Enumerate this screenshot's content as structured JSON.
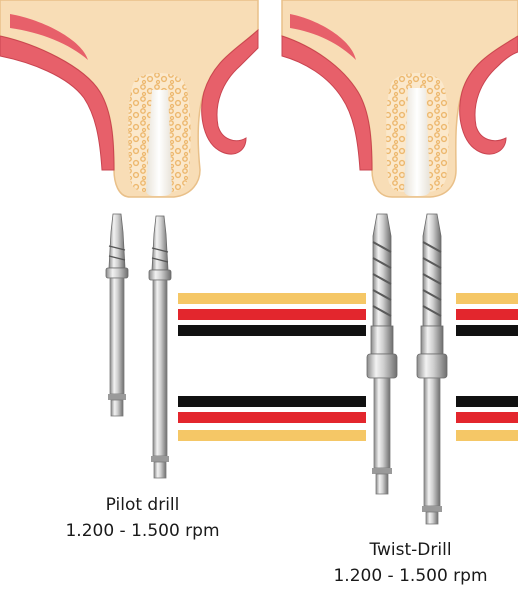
{
  "colors": {
    "bone_cortex": "#F8DDB6",
    "bone_cortex_stroke": "#E9C089",
    "gingiva": "#E7606A",
    "cancellous": "#F2C988",
    "osteotomy": "#F4F1EA",
    "stripe_gold": "#F5C766",
    "stripe_red": "#E3262D",
    "stripe_black": "#111111",
    "steel_light": "#E6E6E6",
    "steel_dark": "#7B7B7B"
  },
  "labels": {
    "pilot": {
      "name": "Pilot drill",
      "speed": "1.200 - 1.500 rpm"
    },
    "twist": {
      "name": "Twist-Drill",
      "speed": "1.200 - 1.500 rpm"
    }
  }
}
